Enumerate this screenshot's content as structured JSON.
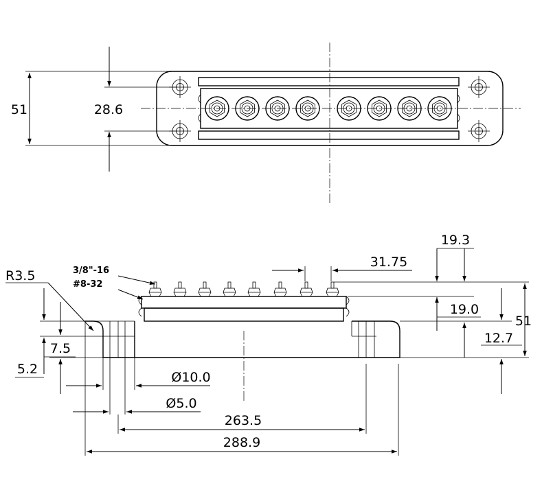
{
  "top_view": {
    "dimensions": {
      "height_overall": "51",
      "hole_spacing": "28.6"
    },
    "connector_count": 8
  },
  "side_view": {
    "notes": {
      "radius": "R3.5",
      "thread_large": "3/8\"-16",
      "thread_small": "#8-32"
    },
    "dimensions": {
      "terminal_pitch": "31.75",
      "terminal_height": "19.3",
      "body_height": "19.0",
      "overall_height": "51",
      "flange_height": "12.7",
      "step_height": "7.5",
      "base_height": "5.2",
      "hole_large": "Ø10.0",
      "hole_small": "Ø5.0",
      "hole_center_distance": "263.5",
      "overall_length": "288.9"
    }
  }
}
